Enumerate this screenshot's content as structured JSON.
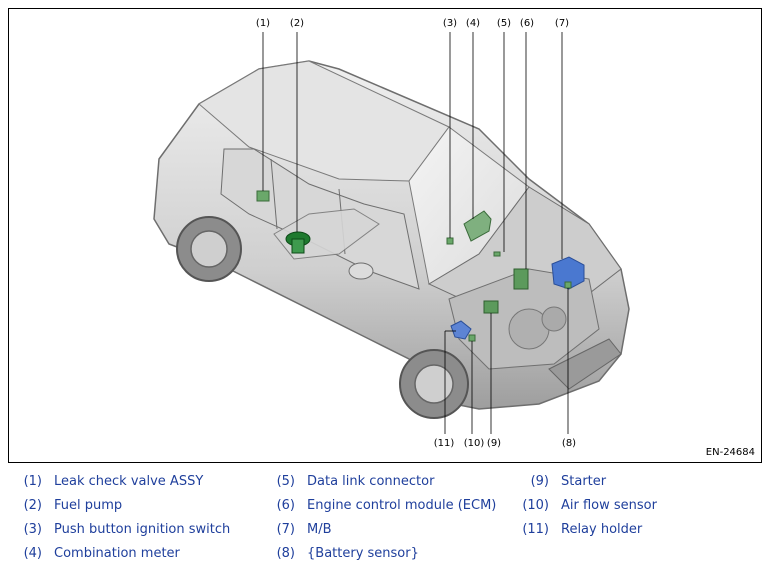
{
  "figure": {
    "figure_id": "EN-24684",
    "callouts": [
      "(1)",
      "(2)",
      "(3)",
      "(4)",
      "(5)",
      "(6)",
      "(7)",
      "(8)",
      "(9)",
      "(10)",
      "(11)"
    ]
  },
  "legend": [
    {
      "num": "(1)",
      "label": "Leak check valve ASSY"
    },
    {
      "num": "(2)",
      "label": "Fuel pump"
    },
    {
      "num": "(3)",
      "label": "Push button ignition switch"
    },
    {
      "num": "(4)",
      "label": "Combination meter"
    },
    {
      "num": "(5)",
      "label": "Data link connector"
    },
    {
      "num": "(6)",
      "label": "Engine control module (ECM)"
    },
    {
      "num": "(7)",
      "label": "M/B"
    },
    {
      "num": "(8)",
      "label": "{Battery sensor}"
    },
    {
      "num": "(9)",
      "label": "Starter"
    },
    {
      "num": "(10)",
      "label": "Air flow sensor"
    },
    {
      "num": "(11)",
      "label": "Relay holder"
    }
  ],
  "colors": {
    "legend_text": "#1f3f9c",
    "ecu_green": "#5c9a5c",
    "relay_blue": "#4a78d0",
    "car_body": "#c8c8c8"
  }
}
